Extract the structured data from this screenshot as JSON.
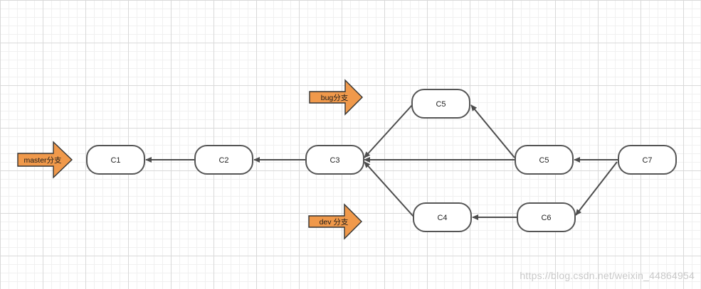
{
  "diagram": {
    "nodes": {
      "c1": "C1",
      "c2": "C2",
      "c3": "C3",
      "c5_top": "C5",
      "c5_mid": "C5",
      "c7": "C7",
      "c4": "C4",
      "c6": "C6"
    },
    "branches": {
      "master": "master分支",
      "bug": "bug分支",
      "dev": "dev 分支"
    },
    "colors": {
      "branch_arrow_fill": "#f0994b",
      "node_stroke": "#555555",
      "edge": "#4d4d4d"
    }
  },
  "watermark": "https://blog.csdn.net/weixin_44864954"
}
